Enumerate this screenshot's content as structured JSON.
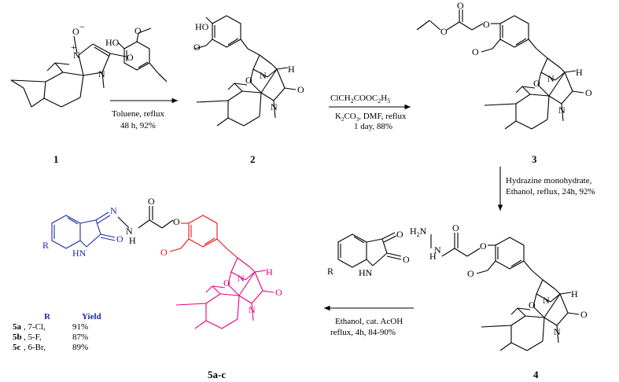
{
  "compound_labels": {
    "c1": "1",
    "c2": "2",
    "c3": "3",
    "c4": "4",
    "c5": "5a-c"
  },
  "step1": {
    "line1": "Toluene, reflux",
    "line2": "48 h, 92%"
  },
  "step2": {
    "line1": "ClCH",
    "line1_sub": "2",
    "line1_b": "COOC",
    "line1_sub2": "2",
    "line1_c": "H",
    "line1_sub3": "5",
    "line2": "K",
    "line2_sub": "2",
    "line2_b": "CO",
    "line2_sub2": "3",
    "line2_c": ", DMF, reflux",
    "line3": "1 day, 88%"
  },
  "step3": {
    "line1": "Hydrazine monohydrate,",
    "line2": "Ethanol, reflux, 24h, 92%"
  },
  "step4": {
    "line1": "Ethanol, cat. AcOH",
    "line2": "reflux, 4h, 84-90%"
  },
  "atoms": {
    "O_minus": "O",
    "minus": "−",
    "N_plus": "N",
    "plus": "+",
    "N": "N",
    "O": "O",
    "HO": "HO",
    "H": "H",
    "NH": "NH",
    "HN": "HN",
    "H2N": "H",
    "H2N_sub": "2",
    "H2N_N": "N",
    "R": "R",
    "N_blue": "N"
  },
  "table": {
    "header_r": "R",
    "header_yield": "Yield",
    "rows": [
      {
        "id": "5a",
        "r": ", 7-Cl,",
        "yield": "91%"
      },
      {
        "id": "5b",
        "r": ", 5-F,",
        "yield": "87%"
      },
      {
        "id": "5c",
        "r": ", 6-Br,",
        "yield": "89%"
      }
    ]
  },
  "colors": {
    "red": "#e8151b",
    "magenta": "#e6007e",
    "blue": "#1a2ba8",
    "black": "#000000"
  }
}
